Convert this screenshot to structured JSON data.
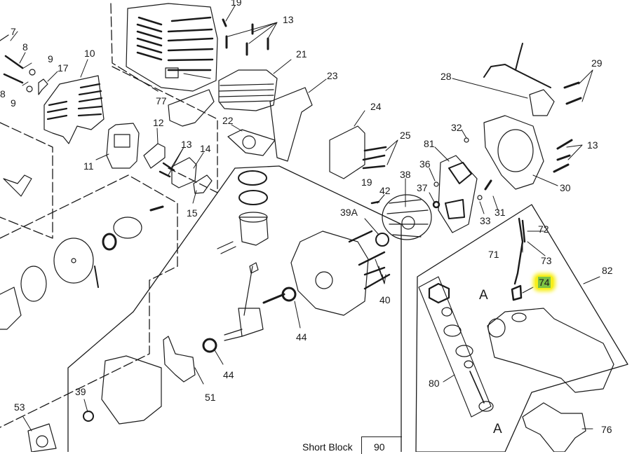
{
  "diagram": {
    "type": "exploded-parts-diagram",
    "subject": "2-cycle engine assembly",
    "callouts": [
      {
        "id": "7",
        "label": "7"
      },
      {
        "id": "8a",
        "label": "8"
      },
      {
        "id": "8b",
        "label": "8"
      },
      {
        "id": "9a",
        "label": "9"
      },
      {
        "id": "9b",
        "label": "9"
      },
      {
        "id": "10",
        "label": "10"
      },
      {
        "id": "11",
        "label": "11"
      },
      {
        "id": "12",
        "label": "12"
      },
      {
        "id": "13a",
        "label": "13"
      },
      {
        "id": "13b",
        "label": "13"
      },
      {
        "id": "13c",
        "label": "13"
      },
      {
        "id": "14",
        "label": "14"
      },
      {
        "id": "15",
        "label": "15"
      },
      {
        "id": "17",
        "label": "17"
      },
      {
        "id": "19a",
        "label": "19"
      },
      {
        "id": "19b",
        "label": "19"
      },
      {
        "id": "21",
        "label": "21"
      },
      {
        "id": "22",
        "label": "22"
      },
      {
        "id": "23",
        "label": "23"
      },
      {
        "id": "24",
        "label": "24"
      },
      {
        "id": "25",
        "label": "25"
      },
      {
        "id": "28",
        "label": "28"
      },
      {
        "id": "29",
        "label": "29"
      },
      {
        "id": "30",
        "label": "30"
      },
      {
        "id": "31",
        "label": "31"
      },
      {
        "id": "32",
        "label": "32"
      },
      {
        "id": "33",
        "label": "33"
      },
      {
        "id": "36",
        "label": "36"
      },
      {
        "id": "37",
        "label": "37"
      },
      {
        "id": "38",
        "label": "38"
      },
      {
        "id": "39",
        "label": "39"
      },
      {
        "id": "39A",
        "label": "39A"
      },
      {
        "id": "40",
        "label": "40"
      },
      {
        "id": "42",
        "label": "42"
      },
      {
        "id": "44a",
        "label": "44"
      },
      {
        "id": "44b",
        "label": "44"
      },
      {
        "id": "51",
        "label": "51"
      },
      {
        "id": "53",
        "label": "53"
      },
      {
        "id": "71",
        "label": "71"
      },
      {
        "id": "72",
        "label": "72"
      },
      {
        "id": "73",
        "label": "73"
      },
      {
        "id": "74",
        "label": "74",
        "highlighted": true
      },
      {
        "id": "76",
        "label": "76"
      },
      {
        "id": "77",
        "label": "77"
      },
      {
        "id": "80",
        "label": "80"
      },
      {
        "id": "81",
        "label": "81"
      },
      {
        "id": "82",
        "label": "82"
      },
      {
        "id": "Aa",
        "label": "A"
      },
      {
        "id": "Ab",
        "label": "A"
      }
    ],
    "footer": {
      "short_block_label": "Short Block",
      "short_block_number": "90"
    },
    "colors": {
      "highlight": "#f7ef1a",
      "highlight_inner": "#7cc243",
      "line": "#1a1a1a"
    }
  }
}
